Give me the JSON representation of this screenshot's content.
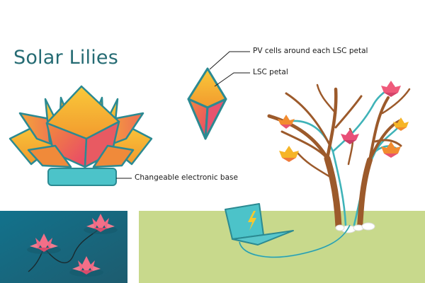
{
  "title": "Solar Lilies",
  "labels": {
    "pv_cells": "PV cells around each LSC petal",
    "lsc_petal": "LSC petal",
    "base": "Changeable electronic base"
  },
  "colors": {
    "title": "#256b73",
    "outline_teal": "#2b8a92",
    "petal_gold": "#f6b527",
    "petal_orange": "#ee7a3c",
    "petal_pink": "#e8546f",
    "base_teal": "#4cc3c9",
    "water": "#1f6f86",
    "grass": "#c9d98a",
    "trunk": "#9c5a2b"
  },
  "icons": [
    "lily-icon",
    "leaf-icon",
    "bolt-icon",
    "laptop-icon"
  ]
}
